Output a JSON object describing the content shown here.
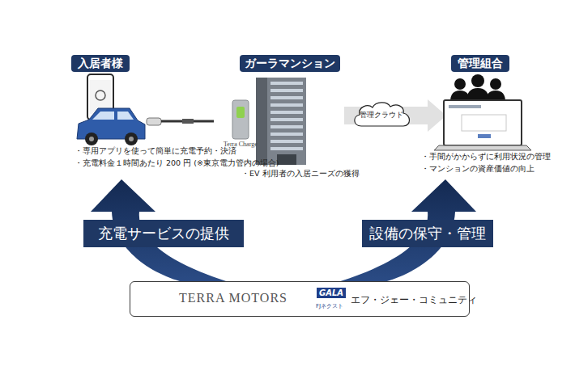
{
  "diagram": {
    "nodes": [
      {
        "text": [
          "入居者様"
        ]
      },
      {
        "text": [
          "ガーラマンション"
        ]
      },
      {
        "text": [
          "管理組合"
        ]
      },
      {
        "text": [
          "管理クラウド"
        ]
      },
      {
        "text": [
          "充電サービスの提供"
        ]
      },
      {
        "text": [
          "設備の保守・管理"
        ]
      },
      {
        "text": [
          "TERRA MOTORS",
          "GALA",
          "FJネクスト",
          "エフ・ジェー・コミュニティ"
        ]
      }
    ],
    "labels": [
      "・専用アプリを使って簡単に充電予約・決済",
      "・充電料金１時間あたり 200 円 (※東京電力管内の場合)",
      "・EV 利用者の入居ニーズの獲得",
      "・手間がかからずに利用状況の管理",
      "・マンションの資産価値の向上",
      "Terra Charge"
    ]
  }
}
